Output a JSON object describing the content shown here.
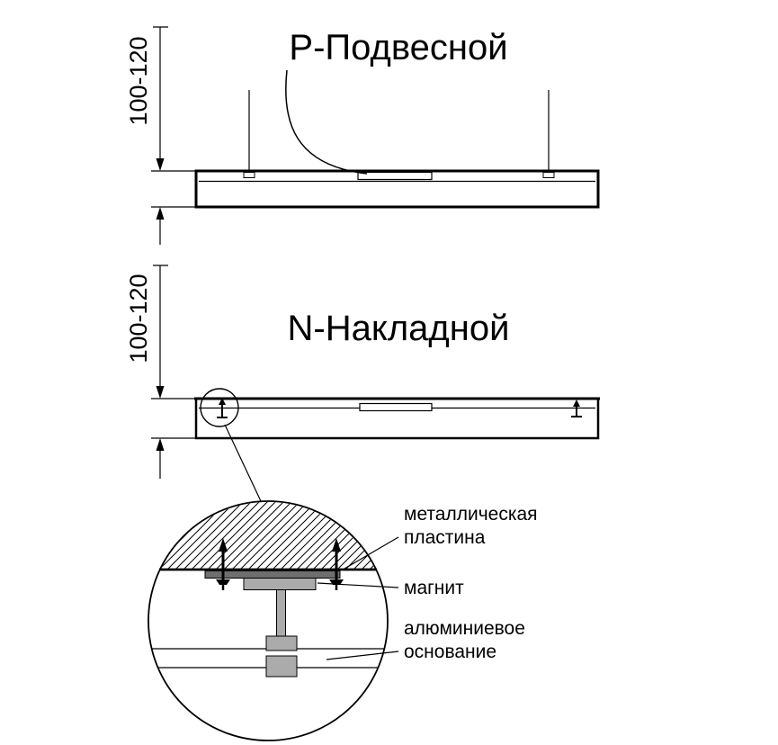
{
  "pendant_section": {
    "title": "Р-Подвесной",
    "dimension_label": "100-120"
  },
  "surface_section": {
    "title": "N-Накладной",
    "dimension_label": "100-120"
  },
  "detail_section": {
    "labels": {
      "metal_plate": [
        "металлическая",
        "пластина"
      ],
      "magnet": "магнит",
      "aluminum_base": [
        "алюминиевое",
        "основание"
      ]
    }
  },
  "colors": {
    "line": "#000000",
    "plate_gray": "#6e6e6e",
    "part_gray": "#ababab",
    "background": "#ffffff"
  }
}
